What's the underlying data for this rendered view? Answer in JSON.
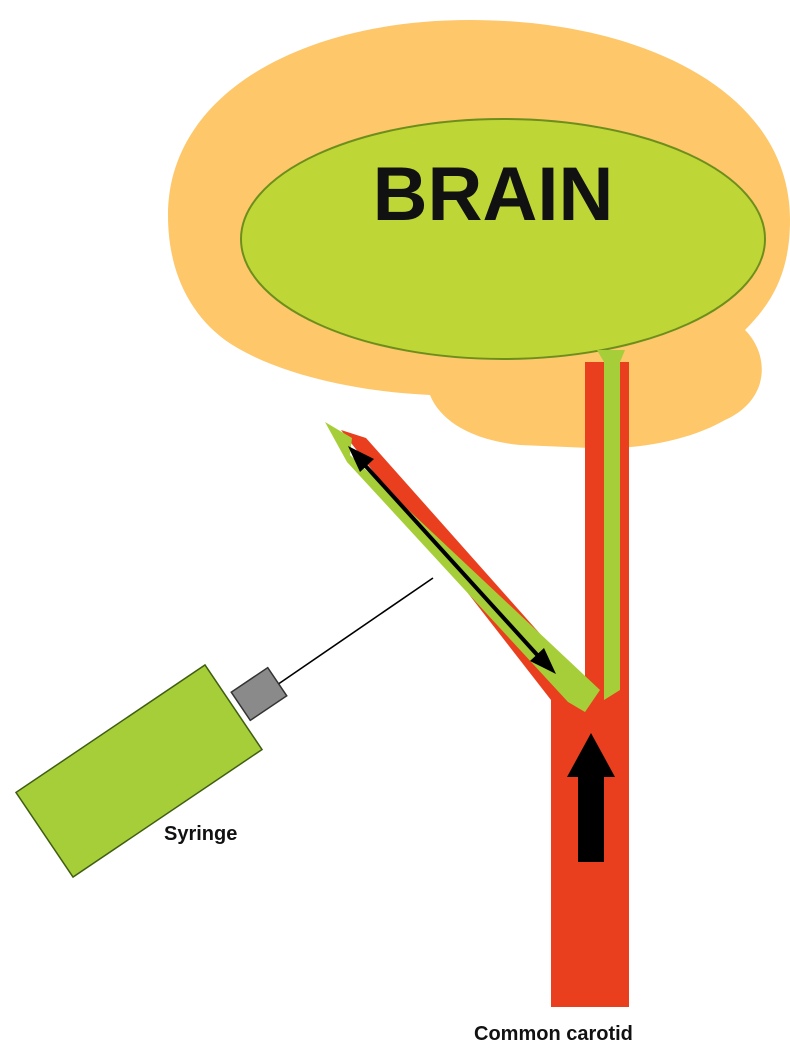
{
  "labels": {
    "brain": "BRAIN",
    "syringe": "Syringe",
    "common_carotid": "Common carotid"
  },
  "colors": {
    "head": "#FDC76A",
    "brain": "#BFD637",
    "brain_outline": "#6E8E1C",
    "artery": "#EA3F1E",
    "perfusate": "#A6CE39",
    "syringe_body": "#A6CE39",
    "syringe_hub": "#8A8A8A",
    "arrow": "#000000"
  },
  "icons": {
    "syringe": "syringe-icon",
    "flow_arrow": "up-arrow-icon",
    "length_arrow": "double-headed-arrow-icon"
  }
}
